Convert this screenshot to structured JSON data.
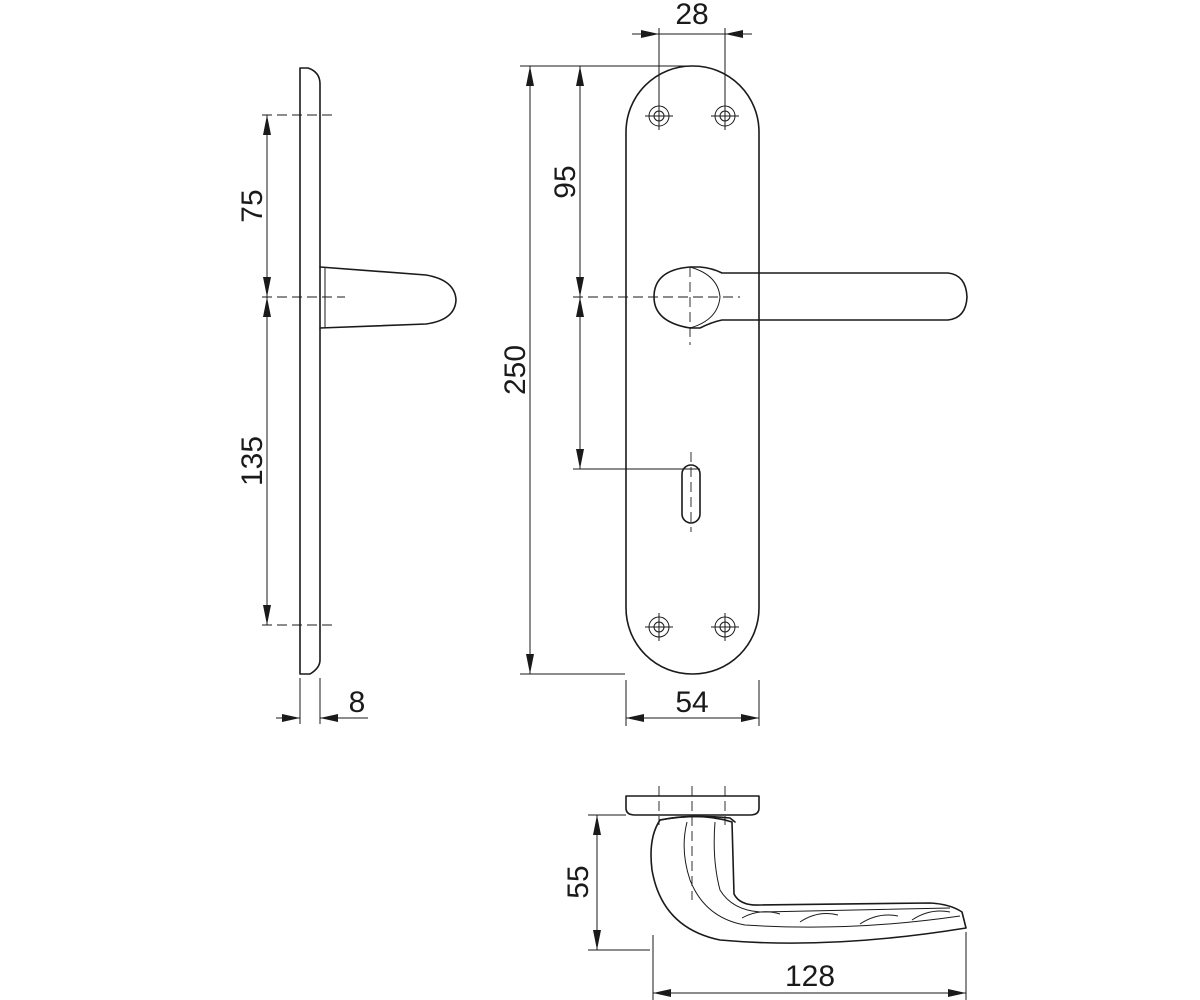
{
  "drawing": {
    "dimensions": {
      "side_upper_offset": "75",
      "side_lower_offset": "135",
      "plate_thickness": "8",
      "plate_length": "250",
      "spindle_offset": "95",
      "screw_spacing": "28",
      "plate_width": "54",
      "lever_projection": "55",
      "lever_length": "128"
    }
  }
}
